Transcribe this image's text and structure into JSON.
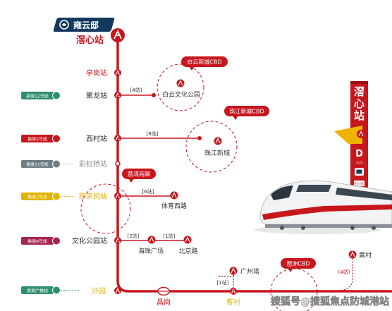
{
  "logo": {
    "text": "雍云邸",
    "sub": ""
  },
  "colors": {
    "line": "#c8161d",
    "transfer_3": "#2f8f6e",
    "transfer_5": "#c8161d",
    "transfer_11": "#6f7d84",
    "transfer_1": "#e0b400",
    "transfer_6": "#a8264e",
    "transfer_guangfo": "#2f8f6e",
    "logo_bg": "#14395e",
    "sign_gold": "#f0b400",
    "text_dark": "#333333"
  },
  "stations": {
    "chongxin": "滘心站",
    "tinggang": "亭岗站",
    "julong": "聚龙站",
    "xicun": "西村站",
    "caihongqiao": "彩虹桥站",
    "chenjiaci": "陈家祠站",
    "wenhuagongyuan": "文化公园站",
    "shayuan": "沙园",
    "changgang": "昌岗",
    "kecun": "客村",
    "huangcun": "黄村"
  },
  "transfers": {
    "julong": "换乘12号线",
    "xicun": "换乘5号线",
    "caihongqiao": "换乘11号线",
    "chenjiaci": "换乘1号线",
    "wenhuagongyuan": "换乘6号线",
    "shayuan": "换乘广佛线"
  },
  "branches": {
    "baiyun_count": "[4站]",
    "baiyun_dest": "白云文化公园",
    "zhujiang_count": "[8站]",
    "zhujiang_dest": "珠江新城",
    "tiyu_count": "[6站]",
    "tiyu_dest": "体育西路",
    "haizhu_count": "[2站]",
    "haizhu_dest": "海珠广场",
    "beijing_count": "[1站]",
    "beijing_dest": "北京路",
    "guangzhouta_count": "[1站]",
    "guangzhouta_dest": "广州塔",
    "huangcun_count": "(4站)"
  },
  "cbd": {
    "baiyun": "白云新城CBD",
    "zhujiang": "珠江新城CBD",
    "liwan": "荔湾商圈",
    "pazhou": "琶洲CBD"
  },
  "sign": {
    "name": "滘心站",
    "exit_letter": "D",
    "exit_label": "入口",
    "code": "E101"
  },
  "watermark": "搜狐号@搜狐焦点防城港站"
}
